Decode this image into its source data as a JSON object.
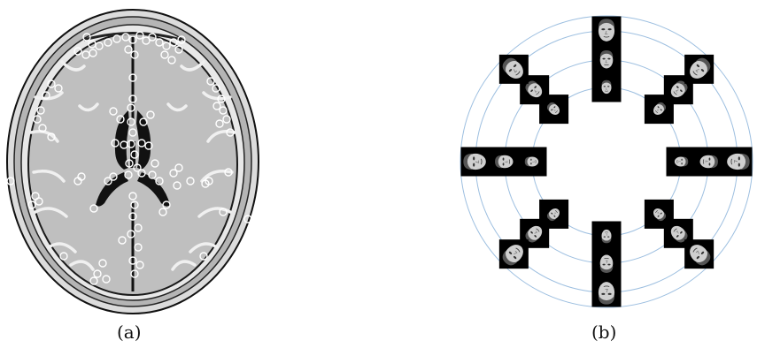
{
  "captions": {
    "left": "(a)",
    "right": "(b)"
  },
  "colors": {
    "background": "#ffffff",
    "outline": "#111111",
    "skull_band": "#b8b8b8",
    "brain_tissue": "#bdbdbd",
    "ventricle": "#111111",
    "keypoint_circle": "#ffffff",
    "ring_line": "#9dbfe0",
    "thumbnail_bg": "#000000",
    "face": "#cfcfcf"
  },
  "panel_a": {
    "description_type": "axial brain slice with keypoints",
    "keypoint_count": 96
  },
  "panel_b": {
    "ring_count": 4,
    "directions": 8,
    "thumbnails_per_direction": 3
  }
}
